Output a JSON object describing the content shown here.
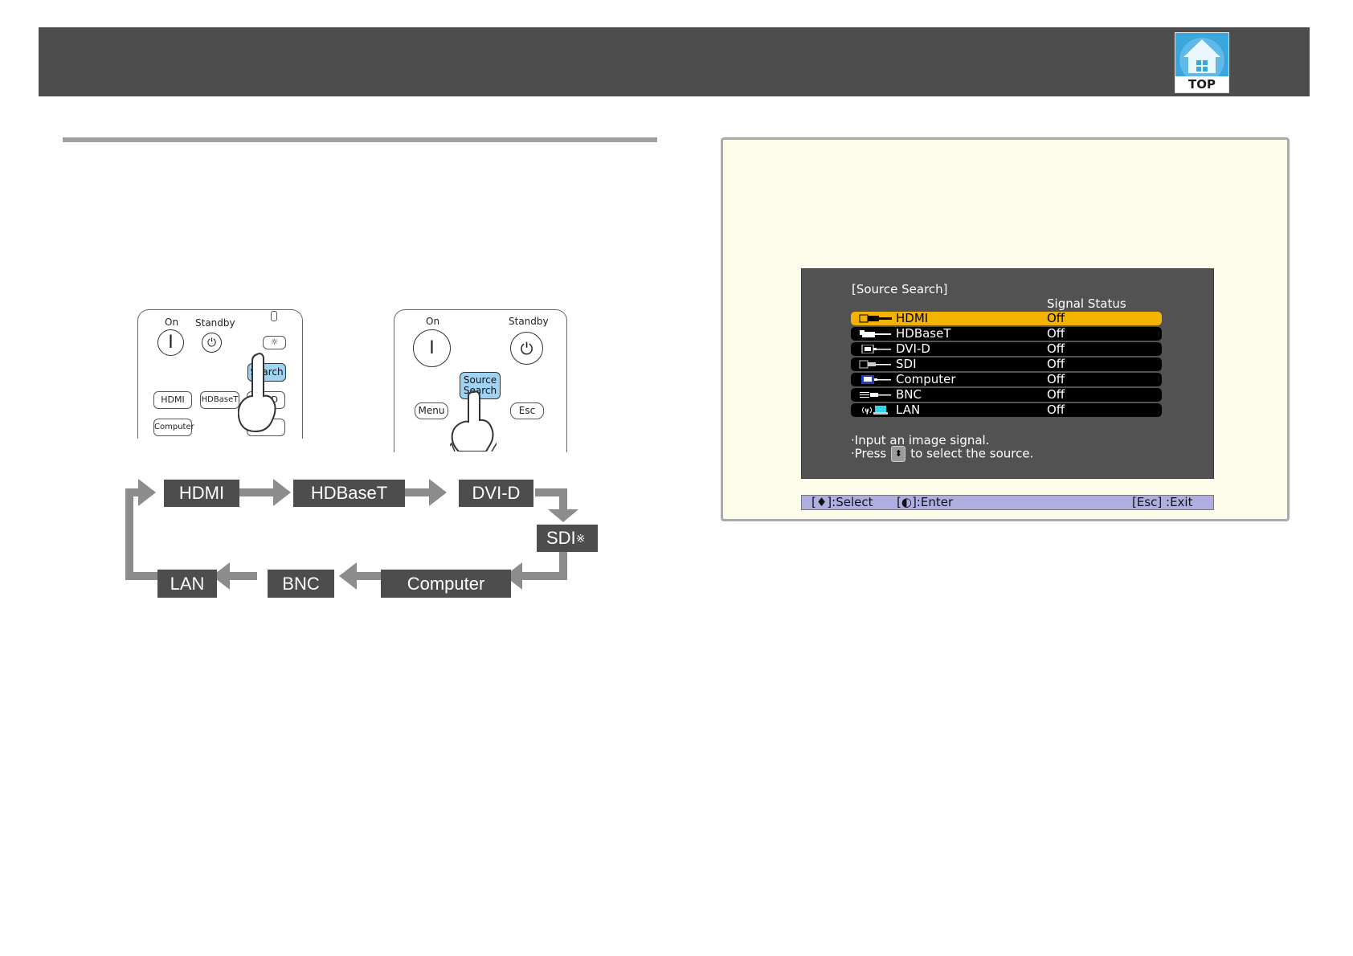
{
  "header": {
    "top_button_label": "TOP"
  },
  "remote1": {
    "on": "On",
    "standby": "Standby",
    "search": "Search",
    "hdmi": "HDMI",
    "hdbaset": "HDBaseT",
    "computer": "Computer",
    "partial": "D"
  },
  "remote2": {
    "on": "On",
    "standby": "Standby",
    "source_search_1": "Source",
    "source_search_2": "Search",
    "menu": "Menu",
    "esc": "Esc"
  },
  "flow": {
    "hdmi": "HDMI",
    "hdbaset": "HDBaseT",
    "dvid": "DVI-D",
    "sdi": "SDI",
    "sdi_mark": "※",
    "computer": "Computer",
    "bnc": "BNC",
    "lan": "LAN"
  },
  "osd": {
    "title": "[Source Search]",
    "signal_status_header": "Signal Status",
    "sources": [
      {
        "name": "HDMI",
        "status": "Off",
        "selected": true
      },
      {
        "name": "HDBaseT",
        "status": "Off"
      },
      {
        "name": "DVI-D",
        "status": "Off"
      },
      {
        "name": "SDI",
        "status": "Off"
      },
      {
        "name": "Computer",
        "status": "Off"
      },
      {
        "name": "BNC",
        "status": "Off"
      },
      {
        "name": "LAN",
        "status": "Off"
      }
    ],
    "info_line1": "·Input an image signal.",
    "info_line2_pre": "·Press",
    "info_line2_post": "to select the source.",
    "bar_select": "[♦]:Select",
    "bar_enter": "[◐]:Enter",
    "bar_exit": "[Esc] :Exit"
  },
  "colors": {
    "header": "#4d4d4d",
    "highlight_button": "#9ed3f3",
    "selected_row": "#f3b300",
    "note_bg": "#fdfbea",
    "osd_bar": "#b0aee0"
  }
}
